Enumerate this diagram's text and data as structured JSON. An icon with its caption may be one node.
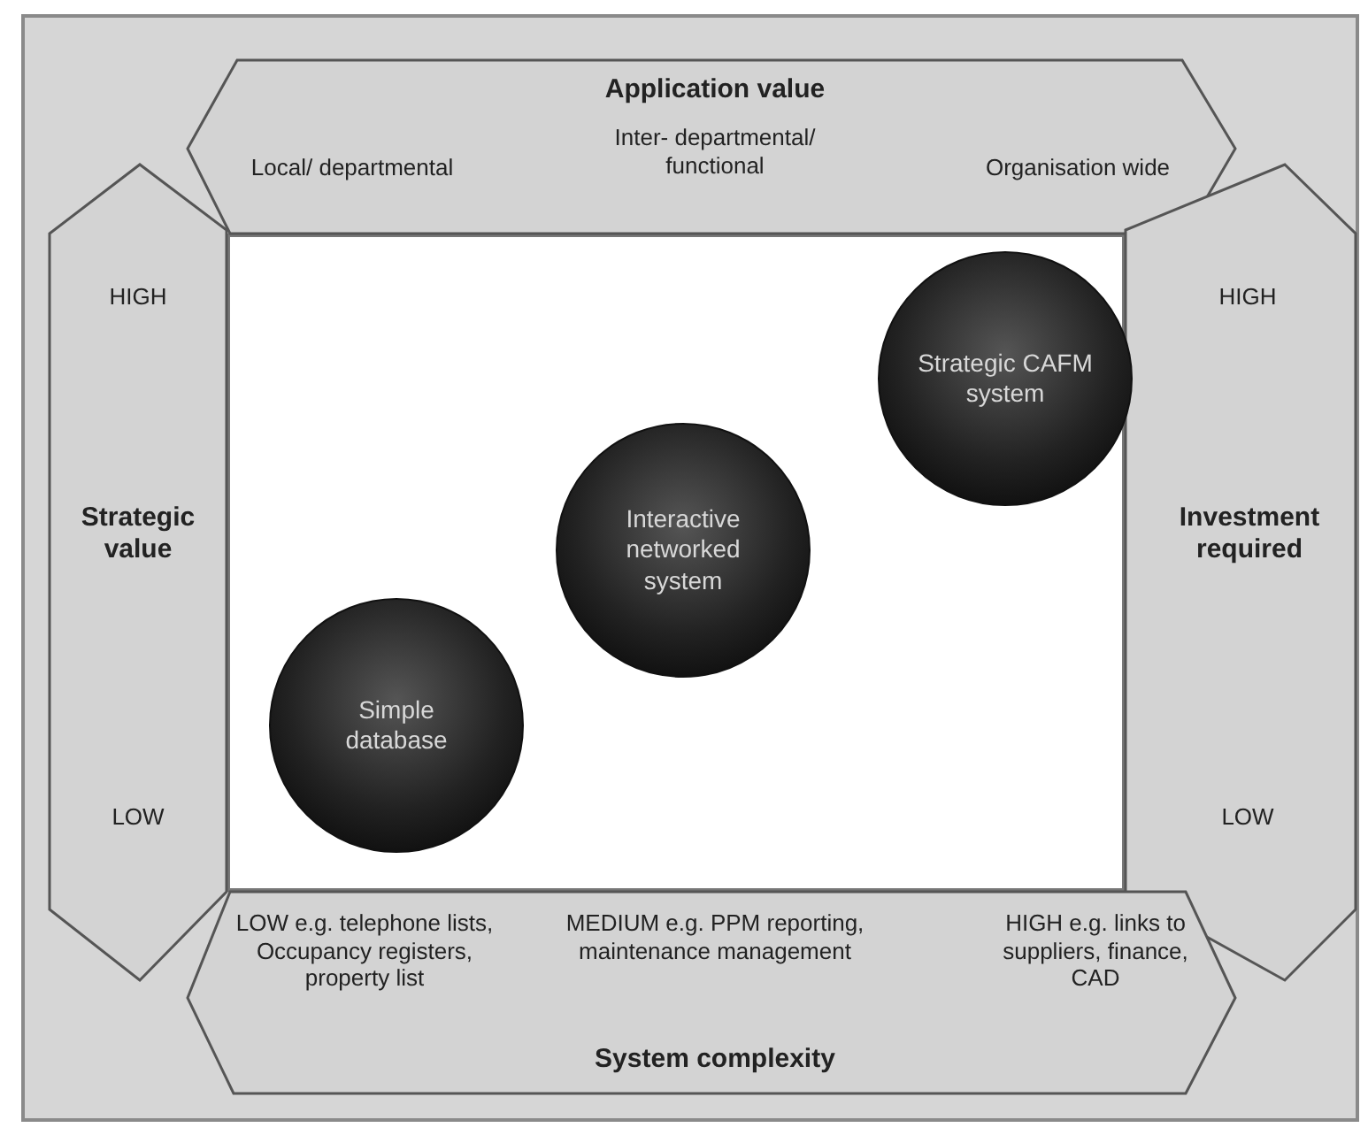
{
  "diagram": {
    "nodes": [
      {
        "text": [
          "Application value",
          "Local/ departmental",
          "Inter- departmental/ functional",
          "Organisation wide"
        ]
      },
      {
        "text": [
          "HIGH",
          "Strategic value",
          "LOW"
        ]
      },
      {
        "text": [
          "HIGH",
          "Investment required",
          "LOW"
        ]
      },
      {
        "text": [
          "LOW e.g. telephone lists, Occupancy registers, property list",
          "MEDIUM e.g. PPM reporting, maintenance management",
          "HIGH e.g. links to suppliers, finance, CAD",
          "System complexity"
        ]
      },
      {
        "text": [
          "Strategic CAFM system"
        ]
      },
      {
        "text": [
          "Interactive networked system"
        ]
      },
      {
        "text": [
          "Simple database"
        ]
      }
    ],
    "edges": []
  }
}
